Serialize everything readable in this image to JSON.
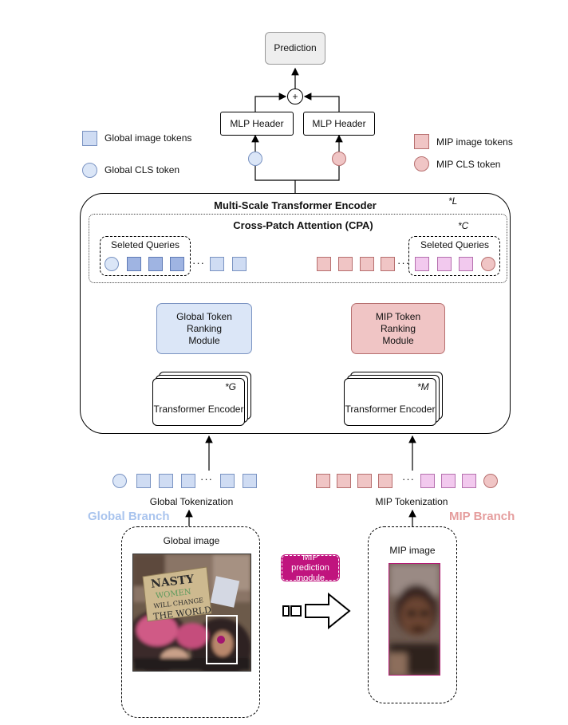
{
  "prediction": "Prediction",
  "plus": "+",
  "mlp_header_left": "MLP Header",
  "mlp_header_right": "MLP Header",
  "legend": {
    "global_tokens": "Global image tokens",
    "global_cls": "Global CLS token",
    "mip_tokens": "MIP image tokens",
    "mip_cls": "MIP CLS token"
  },
  "encoder": {
    "title": "Multi-Scale Transformer Encoder",
    "repeat": "L"
  },
  "cpa": {
    "title": "Cross-Patch Attention (CPA)",
    "repeat": "C",
    "selected_left": "Seleted Queries",
    "selected_right": "Seleted Queries",
    "ellipsis": "···"
  },
  "ranking": {
    "global": "Global Token Ranking Module",
    "mip": "MIP Token Ranking Module"
  },
  "transformer": {
    "left_label": "Transformer Encoder",
    "left_repeat": "G",
    "right_label": "Transformer Encoder",
    "right_repeat": "M"
  },
  "tokenization": {
    "global": "Global Tokenization",
    "mip": "MIP Tokenization",
    "ellipsis": "···"
  },
  "branches": {
    "global": "Global Branch",
    "mip": "MIP Branch"
  },
  "images": {
    "global": "Global image",
    "mip": "MIP image",
    "sign_text": "NASTY WOMEN WILL CHANGE THE WORLD"
  },
  "mip_module": "MIP prediction module",
  "colors": {
    "global_fill": "#dbe6f7",
    "global_border": "#7a93c2",
    "mip_fill": "#f0c5c5",
    "mip_border": "#b76f6f",
    "global_branch_text": "#a9c4ee",
    "mip_branch_text": "#e59d9d",
    "mip_module_fill": "#c0147e"
  }
}
